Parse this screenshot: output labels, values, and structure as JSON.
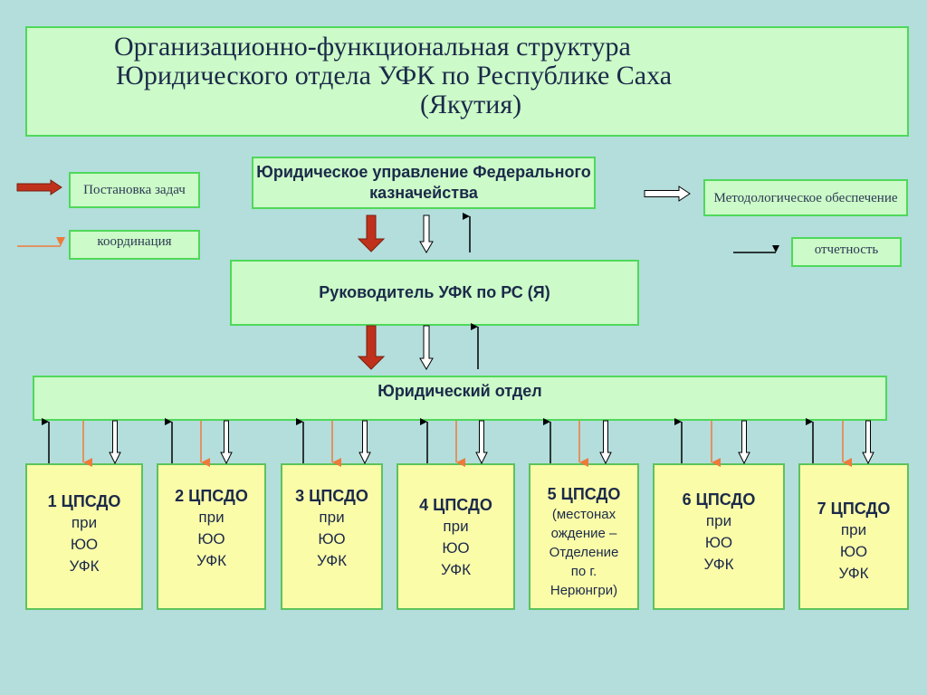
{
  "title": {
    "line1": "Организационно-функциональная структура",
    "line2": "Юридического отдела УФК по Республике Саха",
    "line3": "(Якутия)"
  },
  "legend": {
    "task_setting": "Постановка задач",
    "coordination": "координация",
    "methodology": "Методологическое обеспечение",
    "reporting": "отчетность"
  },
  "nodes": {
    "top": "Юридическое управление Федерального казначейства",
    "head": "Руководитель УФК по РС (Я)",
    "dept": "Юридический отдел"
  },
  "units": [
    {
      "title": "1 ЦПСДО",
      "lines": [
        "при",
        "ЮО",
        "УФК"
      ]
    },
    {
      "title": "2 ЦПСДО",
      "lines": [
        "при",
        "ЮО",
        "УФК"
      ]
    },
    {
      "title": "3 ЦПСДО",
      "lines": [
        "при",
        "ЮО",
        "УФК"
      ]
    },
    {
      "title": "4 ЦПСДО",
      "lines": [
        "при",
        "ЮО",
        "УФК"
      ]
    },
    {
      "title": "5 ЦПСДО",
      "lines": [
        "(местонах",
        "ождение –",
        "Отделение",
        "по г.",
        "Нерюнгри)"
      ]
    },
    {
      "title": "6 ЦПСДО",
      "lines": [
        "при",
        "ЮО",
        "УФК"
      ]
    },
    {
      "title": "7 ЦПСДО",
      "lines": [
        "при",
        "ЮО",
        "УФК"
      ]
    }
  ],
  "colors": {
    "background": "#b3dedc",
    "task_arrow": "#c0311c",
    "coordination_arrow": "#ee7a3a",
    "reporting_arrow": "#000000",
    "methodology_arrow": "#ffffff"
  }
}
